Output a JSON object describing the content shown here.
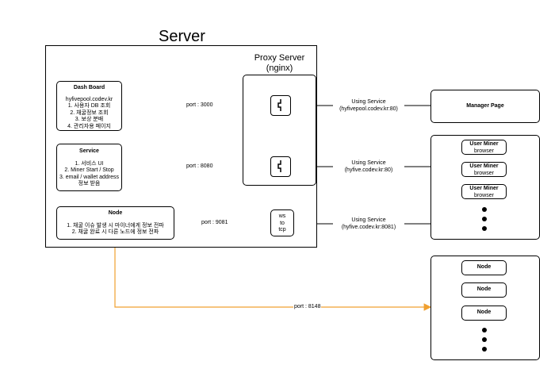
{
  "server": {
    "title": "Server"
  },
  "proxy": {
    "title_line1": "Proxy Server",
    "title_line2": "(nginx)"
  },
  "dashboard": {
    "title": "Dash Board",
    "lines": [
      "hyfivepool.codev.kr",
      "1. 사용자 DB 조회",
      "2. 채굴정보 조회",
      "3. 보상 분배",
      "4. 관리자용 페이지"
    ]
  },
  "service": {
    "title": "Service",
    "lines": [
      "1. 서비스 UI",
      "2. Miner Start / Stop",
      "3. email / wallet address",
      "정보 받음"
    ]
  },
  "node_main": {
    "title": "Node",
    "lines": [
      "1. 채굴 이슈 발생 시 마이너에게 정보 전파",
      "2. 채굴 완료 시 다른 노드에 정보 전파"
    ]
  },
  "ws": {
    "lines": [
      "ws",
      "to",
      "tcp"
    ]
  },
  "ports": {
    "p3000": "port : 3000",
    "p8080": "port : 8080",
    "p9081": "port : 9081",
    "p8148": "port : 8148"
  },
  "using": {
    "u1_line1": "Using Service",
    "u1_line2": "(hyfivepool.codev.kr:80)",
    "u2_line1": "Using Service",
    "u2_line2": "(hyfive.codev.kr:80)",
    "u3_line1": "Using Service",
    "u3_line2": "(hyfive.codev.kr:8081)"
  },
  "manager": {
    "label": "Manager Page"
  },
  "miners": [
    {
      "line1": "User Miner",
      "line2": "browser"
    },
    {
      "line1": "User Miner",
      "line2": "browser"
    },
    {
      "line1": "User Miner",
      "line2": "browser"
    }
  ],
  "nodes": [
    {
      "label": "Node"
    },
    {
      "label": "Node"
    },
    {
      "label": "Node"
    }
  ],
  "colors": {
    "line_blue": "#3f3f8f",
    "line_orange": "#f0a030",
    "stroke": "#000000"
  }
}
